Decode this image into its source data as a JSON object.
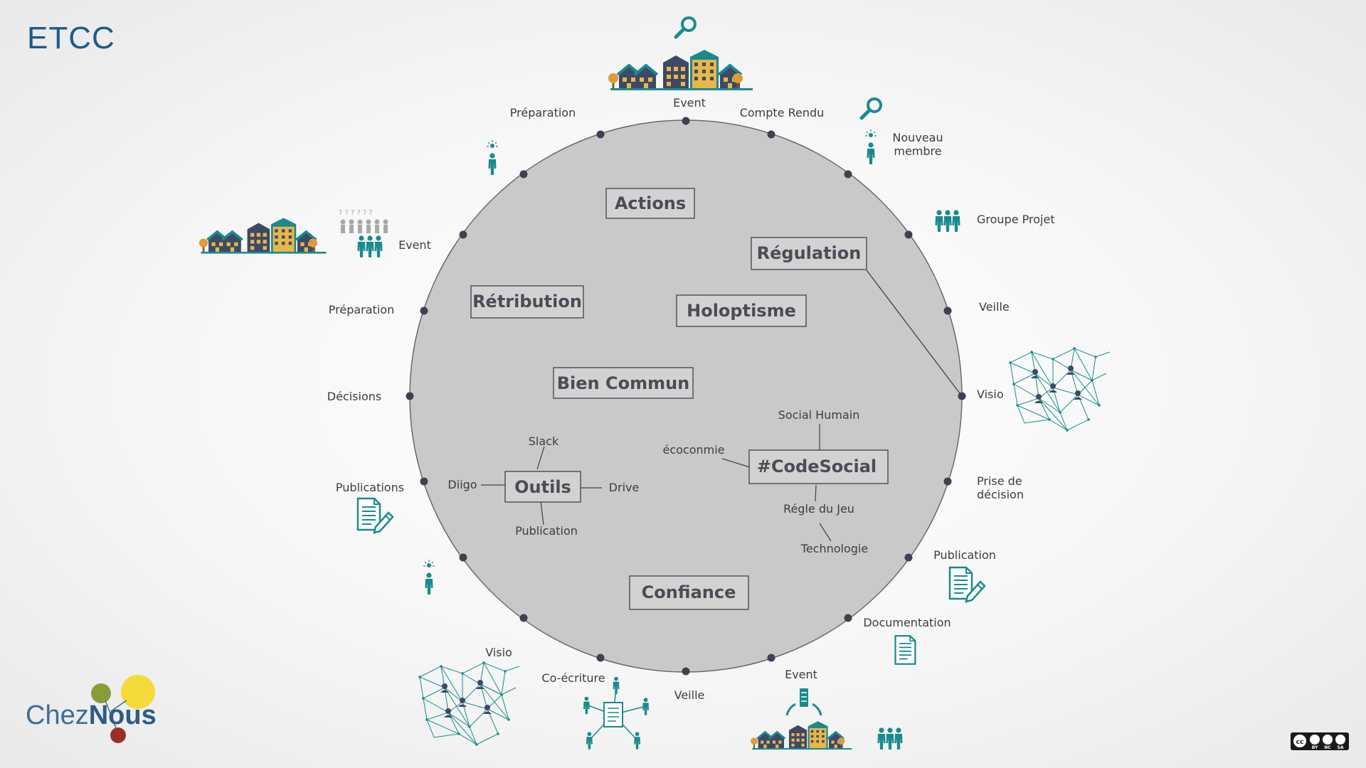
{
  "brand": {
    "title": "ETCC",
    "logo_part1": "Chez",
    "logo_part2": "Nous"
  },
  "license": {
    "by": "BY",
    "nc": "NC",
    "sa": "SA",
    "cc": "cc"
  },
  "inner_boxes": {
    "actions": "Actions",
    "regulation": "Régulation",
    "retribution": "Rétribution",
    "holoptisme": "Holoptisme",
    "bien_commun": "Bien Commun",
    "outils": "Outils",
    "codesocial": "#CodeSocial",
    "confiance": "Confiance"
  },
  "outils_branches": {
    "slack": "Slack",
    "diigo": "Diigo",
    "drive": "Drive",
    "publication": "Publication"
  },
  "codesocial_branches": {
    "social_humain": "Social Humain",
    "economie": "écoconmie",
    "regle": "Régle du Jeu",
    "technologie": "Technologie"
  },
  "ring_labels": {
    "event_top": "Event",
    "compte_rendu": "Compte Rendu",
    "nouveau_membre_1": "Nouveau",
    "nouveau_membre_2": "membre",
    "groupe_projet": "Groupe Projet",
    "veille_right": "Veille",
    "visio_right": "Visio",
    "prise_decision_1": "Prise de",
    "prise_decision_2": "décision",
    "publication_right": "Publication",
    "documentation": "Documentation",
    "event_bottom": "Event",
    "veille_bottom": "Veille",
    "coecriture": "Co-écriture",
    "visio_left": "Visio",
    "publications_left": "Publications",
    "decisions": "Décisions",
    "preparation_left": "Préparation",
    "event_left": "Event",
    "preparation_top": "Préparation"
  },
  "colors": {
    "teal": "#1a8a8f",
    "yellow": "#e9b64a",
    "navy": "#3d4a66",
    "circle": "#c9c9c9",
    "brand_blue": "#1e5a8c"
  },
  "icons": [
    "search-icon",
    "city-icon",
    "person-idea-icon",
    "group-icon",
    "network-map-icon",
    "document-edit-icon",
    "document-icon",
    "share-document-icon",
    "cc-license-icon"
  ]
}
